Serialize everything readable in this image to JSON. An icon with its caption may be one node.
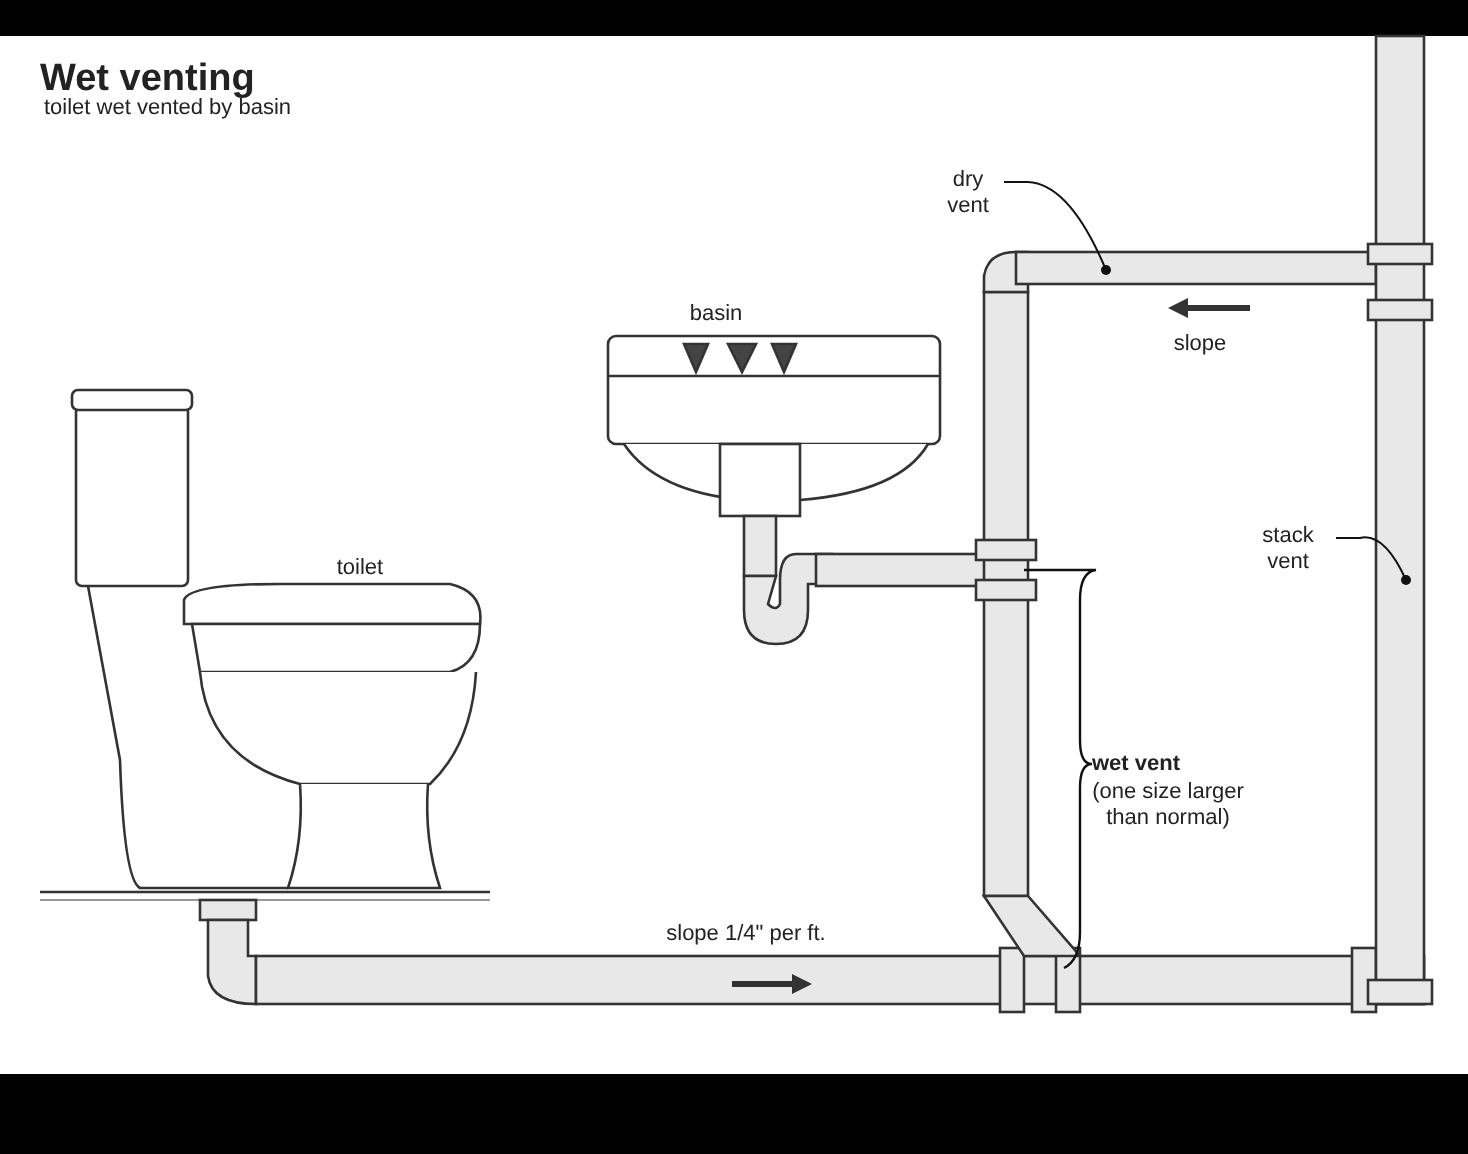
{
  "diagram": {
    "title": "Wet venting",
    "nodes": [
      {
        "text": [
          "dry vent"
        ]
      },
      {
        "text": [
          "stack vent"
        ]
      }
    ],
    "edges": [
      {
        "from": 0,
        "to": null,
        "arrow": "other"
      },
      {
        "from": 1,
        "to": null,
        "arrow": "other"
      }
    ],
    "labels": [
      "toilet wet vented by basin",
      "basin",
      "toilet",
      "slope",
      "slope 1/4\" per ft.",
      "wet vent",
      "(one size larger than normal)"
    ]
  }
}
